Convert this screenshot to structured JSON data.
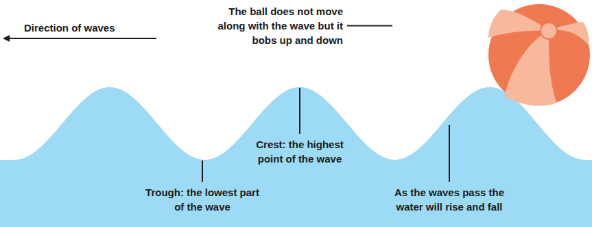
{
  "diagram": {
    "labels": [
      "Direction of waves",
      "The ball does not move along with the wave but it bobs up and down",
      "Crest: the highest point of the wave",
      "Trough: the lowest part of the wave",
      "As the waves pass the water will rise and fall"
    ]
  }
}
